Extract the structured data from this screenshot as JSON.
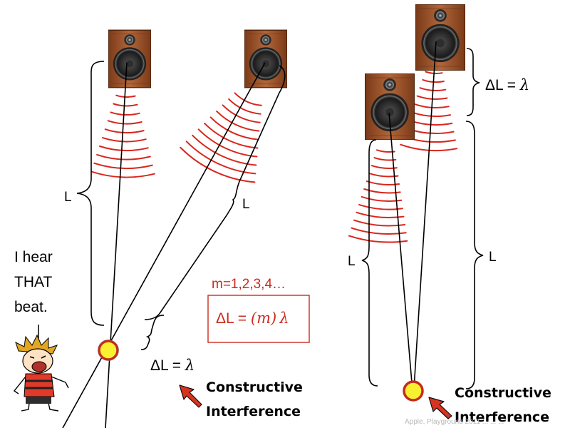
{
  "labels": {
    "L": "L",
    "delta_L_lambda_prefix": "ΔL = ",
    "lambda": "λ",
    "m_values": "m=1,2,3,4…",
    "delta_L_m_prefix": "ΔL = ",
    "m_symbol": "(m)",
    "lambda_m": "λ",
    "hear_line1": "I hear",
    "hear_line2": "THAT",
    "hear_line3": "beat.",
    "constructive_line1": "Constructive",
    "constructive_line2": "Interference",
    "credit": "Apple, Playground 2011 ... ... ..."
  },
  "colors": {
    "wave_red": "#d9261c",
    "box_red": "#cc2b1d",
    "speaker_wood": "#a0562d",
    "speaker_wood_dark": "#6e3517",
    "dot_yellow": "#f7f132",
    "dot_ring": "#c62a1c",
    "arrow_red": "#d8331e"
  },
  "icons": {
    "speaker": "loudspeaker-icon",
    "listener": "cartoon-kid-icon",
    "point": "listener-point-icon",
    "arrow": "red-arrow-icon"
  }
}
